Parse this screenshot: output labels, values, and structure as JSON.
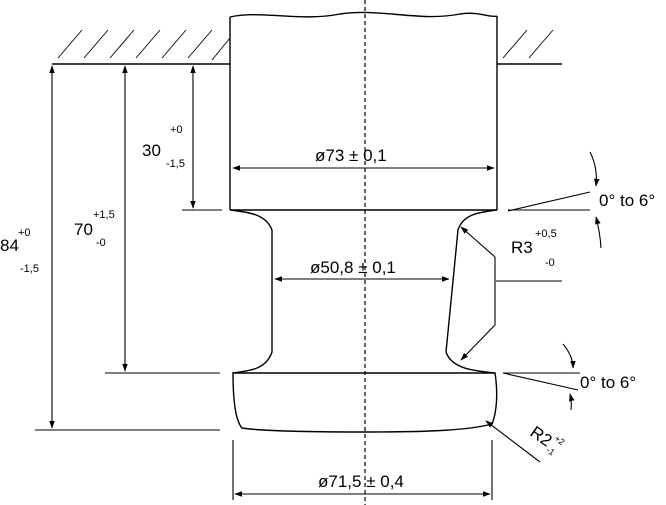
{
  "dimensions": {
    "overall_height": {
      "value": "84",
      "tol_upper": "+0",
      "tol_lower": "-1,5"
    },
    "neck_bottom_height": {
      "value": "70",
      "tol_upper": "+1,5",
      "tol_lower": "-0"
    },
    "top_height": {
      "value": "30",
      "tol_upper": "+0",
      "tol_lower": "-1,5"
    },
    "top_diameter": "ø73 ± 0,1",
    "neck_diameter": "ø50,8 ± 0,1",
    "bottom_diameter": "ø71,5 ± 0,4",
    "fillet_radius": {
      "value": "R3",
      "tol_upper": "+0,5",
      "tol_lower": "-0"
    },
    "base_radius": {
      "value": "R2",
      "tol_upper": "+2",
      "tol_lower": "-1"
    },
    "upper_angle": "0° to 6°",
    "lower_angle": "0° to 6°"
  }
}
